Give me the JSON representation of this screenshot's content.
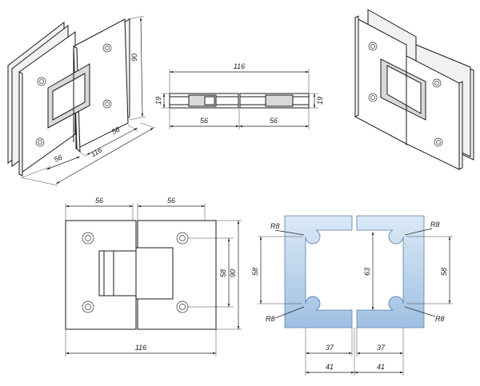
{
  "colors": {
    "glass_top": "#dbe9f6",
    "glass_bottom": "#9fc0e3",
    "line": "#1a1a1a"
  },
  "views": {
    "iso_left": {
      "height": "90",
      "wing_a": "56",
      "wing_b": "56",
      "total": "116"
    },
    "top": {
      "total": "116",
      "thickness_left": "19",
      "thickness_right": "19",
      "wing_left": "56",
      "wing_right": "56"
    },
    "front": {
      "wing_left": "56",
      "wing_right": "56",
      "hole_pitch": "58",
      "height": "90",
      "total": "116"
    },
    "glass": {
      "r_top_left": "R8",
      "r_top_right": "R8",
      "r_bottom_left": "R8",
      "r_bottom_right": "R8",
      "cut_left": "58",
      "cut_center": "63",
      "cut_right": "58",
      "inner_left": "37",
      "inner_right": "37",
      "outer_left": "41",
      "outer_right": "41"
    }
  }
}
